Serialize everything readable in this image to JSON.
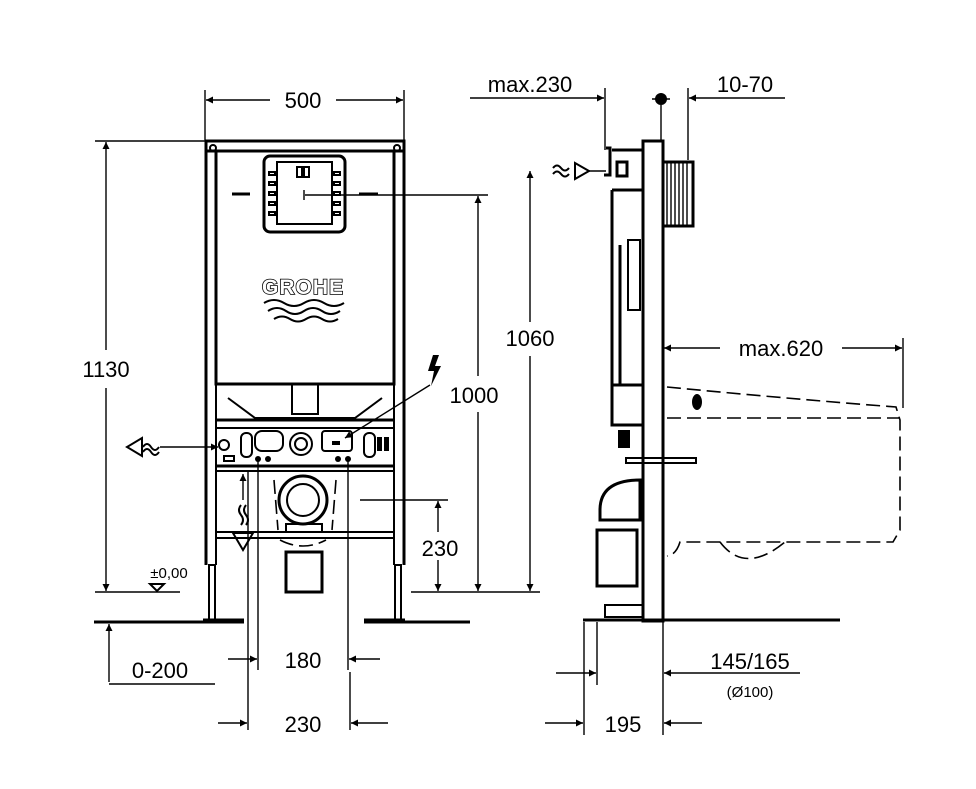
{
  "drawing": {
    "title": "Installation frame dimension drawing",
    "brand_logo": "GROHE",
    "views": [
      "front-view",
      "side-view"
    ]
  },
  "front_view": {
    "dimensions": {
      "width": "500",
      "total_height": "1130",
      "actuator_height": "1000",
      "drain_height": "230",
      "floor_level": "±0,00",
      "adjustable_feet": "0-200",
      "inner_spacing": "180",
      "outer_spacing": "230"
    },
    "symbols": [
      "water-supply",
      "waste-outlet",
      "electric-supply"
    ]
  },
  "side_view": {
    "dimensions": {
      "wall_depth": "max.230",
      "wall_thickness": "10-70",
      "bowl_fixing_height": "1060",
      "bowl_projection": "max.620",
      "outlet_offset": "145/165",
      "outlet_diameter": "(Ø100)",
      "frame_depth": "195"
    },
    "symbols": [
      "water-supply"
    ]
  }
}
